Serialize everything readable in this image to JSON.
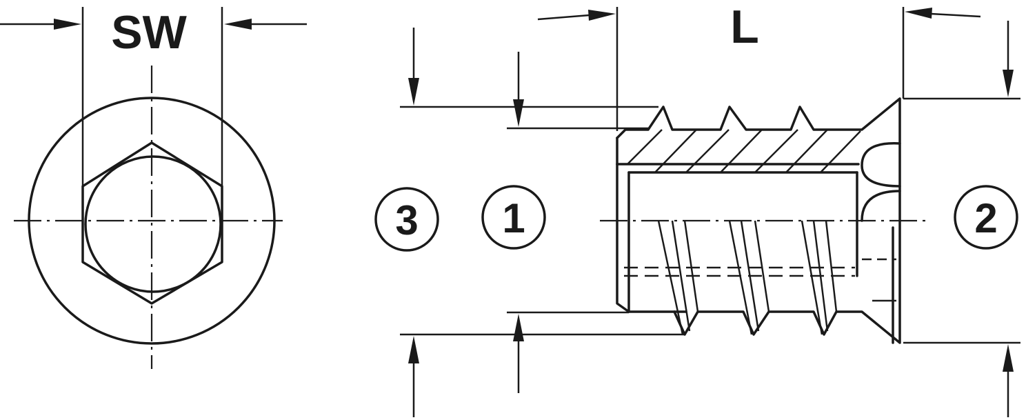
{
  "labels": {
    "sw": "SW",
    "l": "L"
  },
  "callouts": [
    {
      "number": "3"
    },
    {
      "number": "1"
    },
    {
      "number": "2"
    }
  ],
  "colors": {
    "line": "#1a1a1a",
    "background": "#ffffff"
  }
}
